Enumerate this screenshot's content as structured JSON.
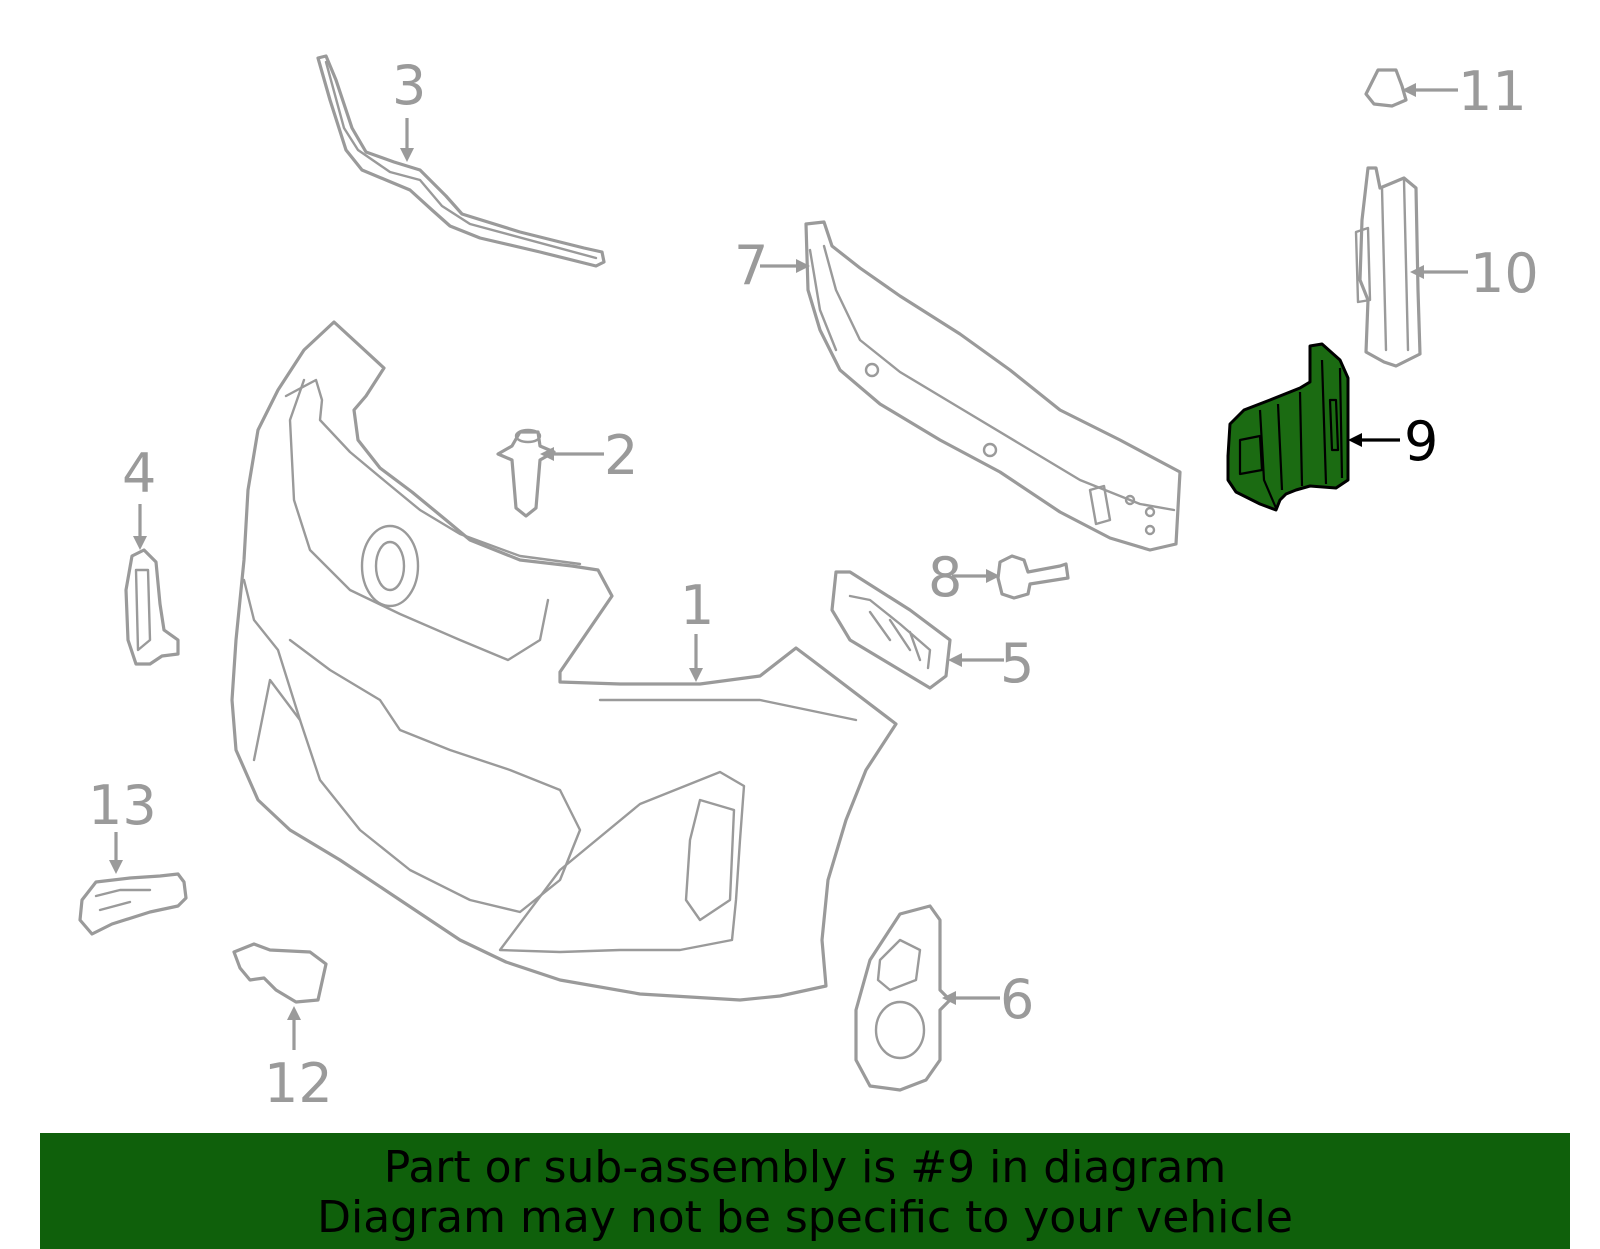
{
  "callouts": {
    "c1": "1",
    "c2": "2",
    "c3": "3",
    "c4": "4",
    "c5": "5",
    "c6": "6",
    "c7": "7",
    "c8": "8",
    "c9": "9",
    "c10": "10",
    "c11": "11",
    "c12": "12",
    "c13": "13"
  },
  "highlight_color": "#1b6b12",
  "footer": {
    "line1": "Part or sub-assembly is #9 in diagram",
    "line2": "Diagram may not be specific to your vehicle",
    "background": "#0f600b"
  }
}
